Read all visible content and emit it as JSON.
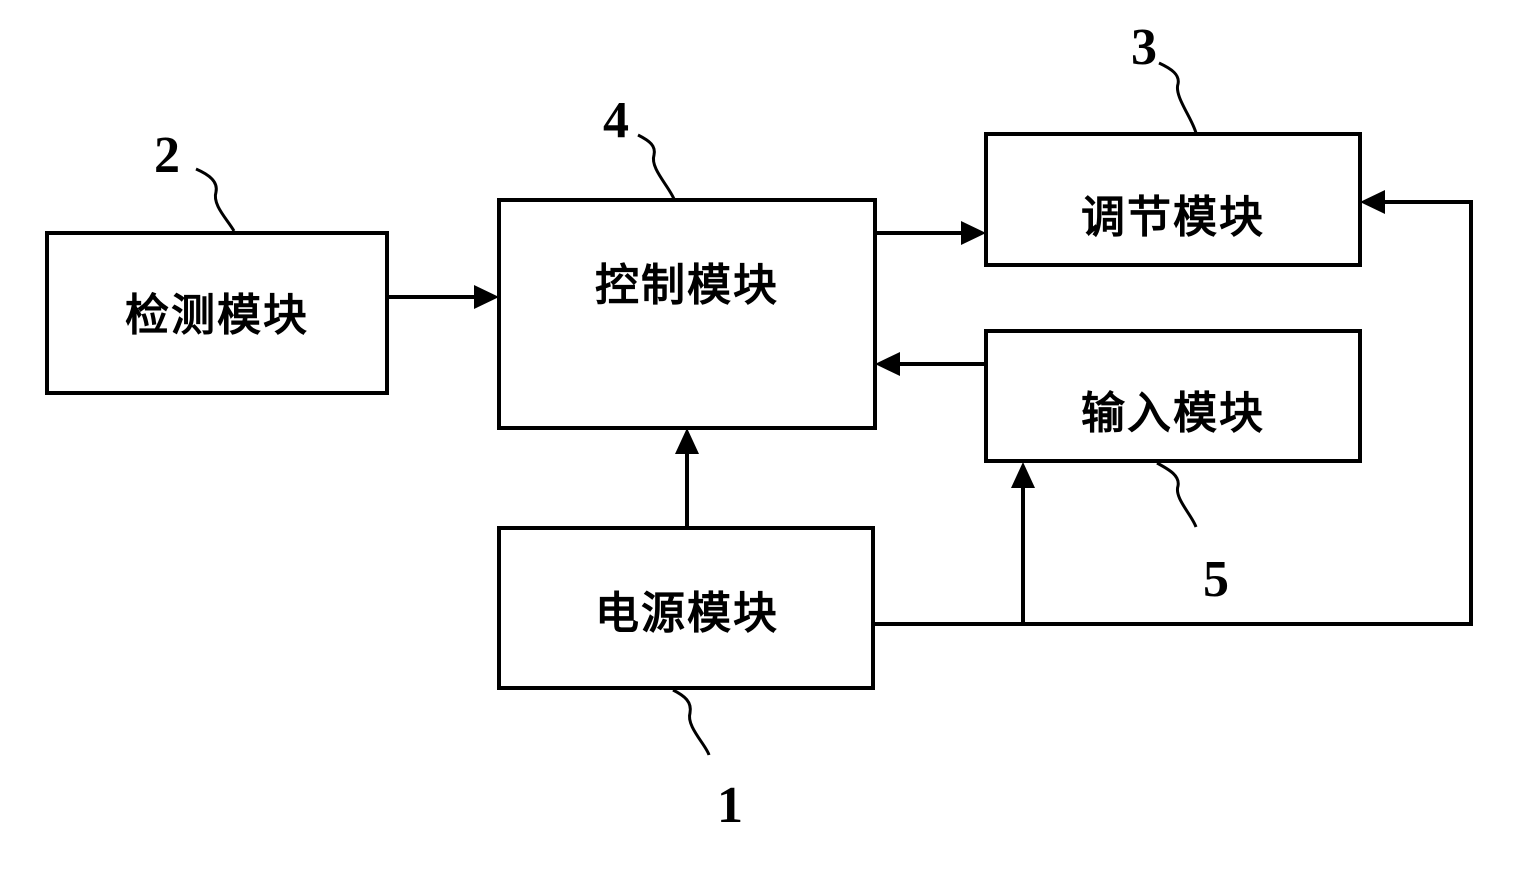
{
  "diagram": {
    "modules": [
      {
        "id": "power",
        "label": "电源模块",
        "ref": "1"
      },
      {
        "id": "detect",
        "label": "检测模块",
        "ref": "2"
      },
      {
        "id": "adjust",
        "label": "调节模块",
        "ref": "3"
      },
      {
        "id": "control",
        "label": "控制模块",
        "ref": "4"
      },
      {
        "id": "input",
        "label": "输入模块",
        "ref": "5"
      }
    ],
    "connections": [
      {
        "from": "detect",
        "to": "control"
      },
      {
        "from": "control",
        "to": "adjust"
      },
      {
        "from": "input",
        "to": "control"
      },
      {
        "from": "power",
        "to": "control"
      },
      {
        "from": "power",
        "to": "input"
      },
      {
        "from": "power",
        "to": "adjust"
      }
    ]
  }
}
